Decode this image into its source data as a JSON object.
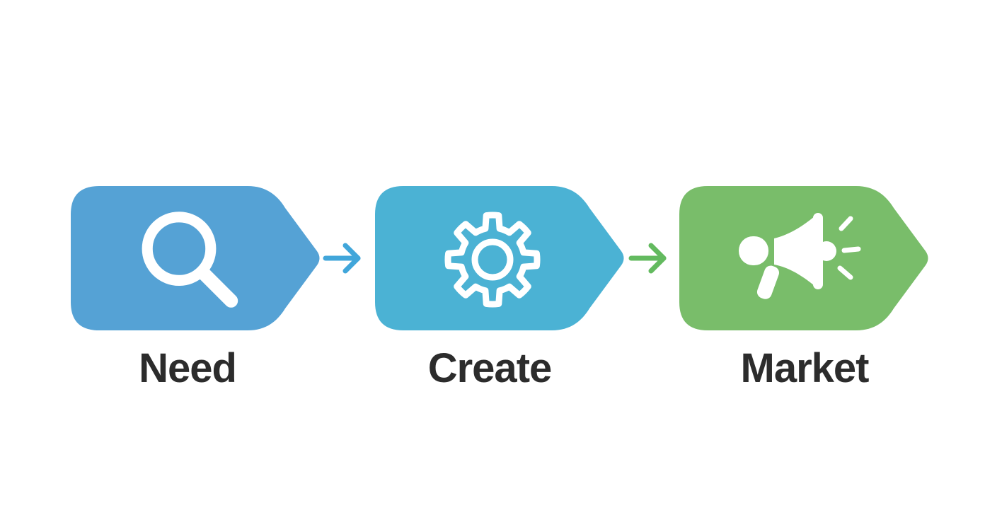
{
  "diagram": {
    "background": "#ffffff",
    "text_color": "#2c2c2c",
    "steps": [
      {
        "label": "Need",
        "icon": "magnifying-glass-icon",
        "color": "#55a2d5",
        "icon_color": "#ffffff"
      },
      {
        "label": "Create",
        "icon": "gear-icon",
        "color": "#4bb2d4",
        "icon_color": "#ffffff"
      },
      {
        "label": "Market",
        "icon": "megaphone-icon",
        "color": "#79bd6a",
        "icon_color": "#ffffff"
      }
    ],
    "arrows": [
      {
        "icon": "arrow-right-icon",
        "color": "#41a6da"
      },
      {
        "icon": "arrow-right-icon",
        "color": "#63ba5f"
      }
    ]
  }
}
